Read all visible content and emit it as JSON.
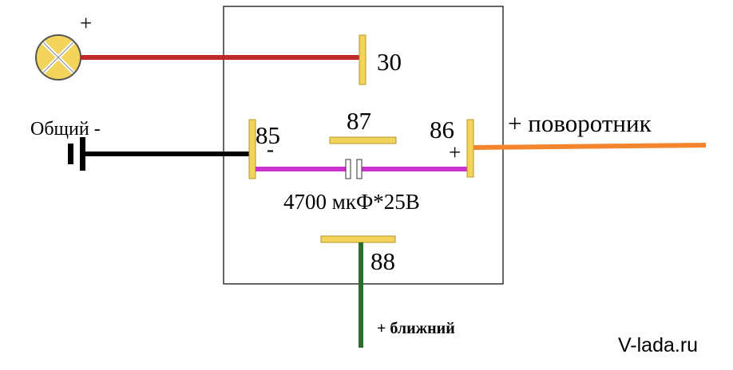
{
  "terminals": {
    "t30": "30",
    "t85": "85",
    "t86": "86",
    "t87": "87",
    "t88": "88"
  },
  "polarity": {
    "lamp_plus": "+",
    "t85_minus": "-",
    "t86_plus": "+"
  },
  "labels": {
    "common_ground": "Общий -",
    "turn_signal": "+  поворотник",
    "capacitor": "4700 мкФ*25В",
    "low_beam": "+ ближний"
  },
  "watermark": "V-lada.ru",
  "colors": {
    "lamp_wire": "#c0282a",
    "ground_wire": "#000000",
    "capacitor_wire": "#cc33cc",
    "turn_signal_wire": "#f4852c",
    "low_beam_wire": "#2e6b2e",
    "terminal_fill": "#f2d45a",
    "terminal_stroke": "#b5962a",
    "relay_box": "#333333"
  },
  "icons": {
    "lamp": "lamp-cross-icon",
    "ground": "ground-battery-icon",
    "capacitor": "capacitor-icon"
  }
}
